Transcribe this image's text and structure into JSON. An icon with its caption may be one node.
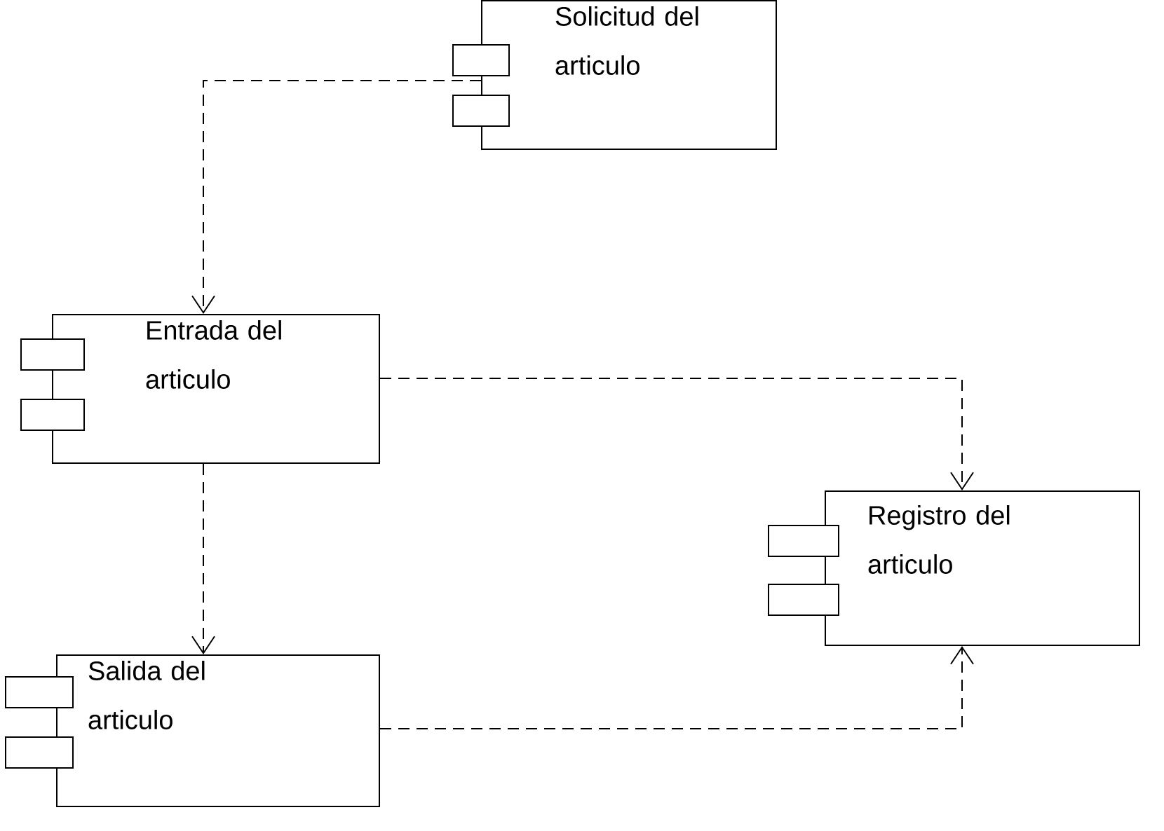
{
  "diagram": {
    "nodes": [
      {
        "text": [
          "Solicitud del articulo"
        ]
      },
      {
        "text": [
          "Entrada del articulo"
        ]
      },
      {
        "text": [
          "Registro del articulo"
        ]
      },
      {
        "text": [
          "Salida del articulo"
        ]
      }
    ],
    "edges": [
      {
        "from": 0,
        "to": 1,
        "arrow": "to",
        "style": "dashed"
      },
      {
        "from": 1,
        "to": 2,
        "arrow": "to",
        "style": "dashed"
      },
      {
        "from": 1,
        "to": 3,
        "arrow": "to",
        "style": "dashed"
      },
      {
        "from": 3,
        "to": 2,
        "arrow": "to",
        "style": "dashed"
      }
    ]
  }
}
